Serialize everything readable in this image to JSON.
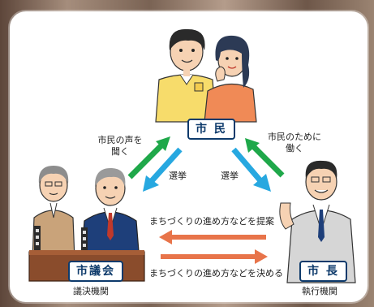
{
  "nodes": {
    "citizens": "市 民",
    "council": "市議会",
    "mayor": "市 長"
  },
  "captions": {
    "council": "議決機関",
    "mayor": "執行機関"
  },
  "edges": {
    "voice_l1": "市民の声を",
    "voice_l2": "聞く",
    "work_l1": "市民のために",
    "work_l2": "働く",
    "election_left": "選挙",
    "election_right": "選挙",
    "proposal": "まちづくりの進め方などを提案",
    "decision": "まちづくりの進め方などを決める"
  },
  "colors": {
    "green_arrow": "#1fa84a",
    "blue_arrow": "#27a8e0",
    "orange_arrow": "#e8744a",
    "badge_border": "#0d3a6b"
  }
}
